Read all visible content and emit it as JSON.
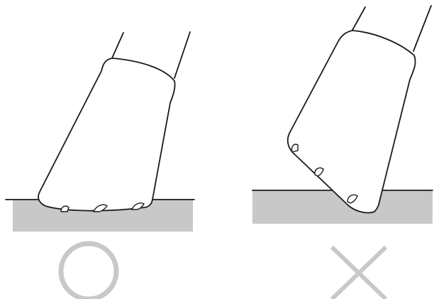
{
  "diagram": {
    "panels": [
      {
        "id": "correct",
        "verdict": "correct",
        "mark_icon": "circle-mark-icon"
      },
      {
        "id": "incorrect",
        "verdict": "incorrect",
        "mark_icon": "cross-mark-icon"
      }
    ],
    "colors": {
      "ground": "#c8c8c8",
      "ink": "#1a1a1a",
      "mark": "#c8c8c8",
      "background": "#ffffff"
    }
  }
}
